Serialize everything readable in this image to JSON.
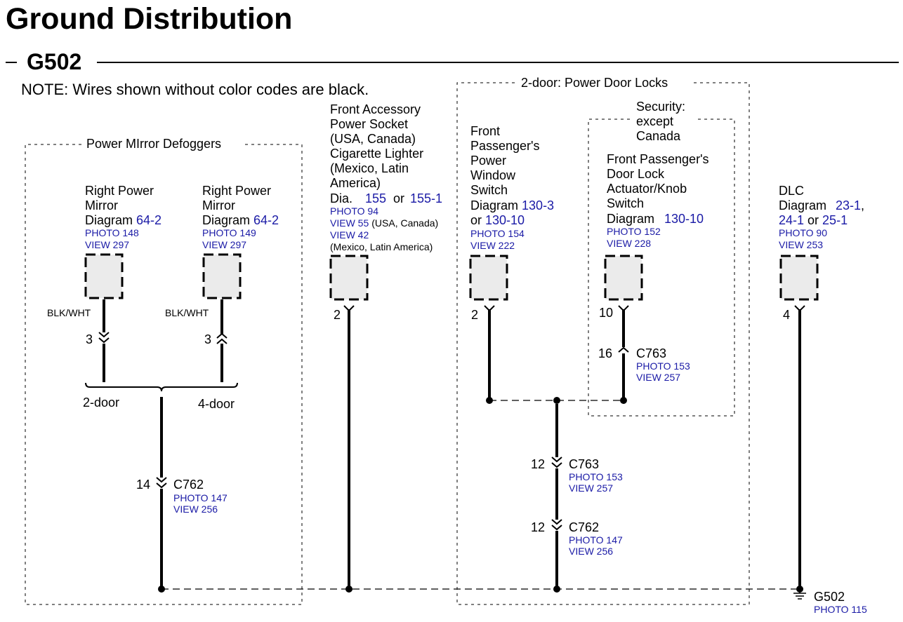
{
  "title": "Ground Distribution",
  "ground_label": "G502",
  "note": "NOTE: Wires shown without color codes are black.",
  "groups": {
    "mirror": "Power MIrror Defoggers",
    "door_locks": "2-door: Power Door Locks",
    "security": [
      "Security:",
      "except",
      "Canada"
    ]
  },
  "components": {
    "right_mirror_1": {
      "lines": [
        "Right Power",
        "Mirror"
      ],
      "diagram_prefix": "Diagram ",
      "diagram": "64-2",
      "photo": "PHOTO 148",
      "view": "VIEW 297"
    },
    "right_mirror_2": {
      "lines": [
        "Right Power",
        "Mirror"
      ],
      "diagram_prefix": "Diagram ",
      "diagram": "64-2",
      "photo": "PHOTO 149",
      "view": "VIEW 297"
    },
    "socket": {
      "lines": [
        "Front Accessory",
        "Power Socket",
        "(USA, Canada)",
        "Cigarette Lighter",
        "(Mexico, Latin",
        "America)"
      ],
      "dia_prefix": "Dia.",
      "dia_1": "155",
      "dia_or": "or",
      "dia_2": "155-1",
      "photo": "PHOTO 94",
      "view_1": "VIEW 55",
      "view_1_note": "(USA, Canada)",
      "view_2": "VIEW 42",
      "view_2_note": "(Mexico, Latin America)"
    },
    "window_switch": {
      "lines": [
        "Front",
        "Passenger's",
        "Power",
        "Window",
        "Switch"
      ],
      "diagram_prefix": "Diagram ",
      "diagram_1": "130-3",
      "or": "or ",
      "diagram_2": "130-10",
      "photo": "PHOTO 154",
      "view": "VIEW 222"
    },
    "door_lock": {
      "lines": [
        "Front Passenger's",
        "Door Lock",
        "Actuator/Knob",
        "Switch"
      ],
      "diagram_prefix": "Diagram",
      "diagram": "130-10",
      "photo": "PHOTO 152",
      "view": "VIEW 228"
    },
    "dlc": {
      "lines": [
        "DLC"
      ],
      "diagram_prefix": "Diagram",
      "diagram_1": "23-1",
      "comma": ",",
      "diagram_2": "24-1",
      "or": "or",
      "diagram_3": "25-1",
      "photo": "PHOTO 90",
      "view": "VIEW 253"
    }
  },
  "wire_colors": {
    "mirror_1": "BLK/WHT",
    "mirror_2": "BLK/WHT"
  },
  "pins": {
    "mirror_1_in": "3",
    "mirror_2_in": "3",
    "socket": "2",
    "window": "2",
    "lock": "10",
    "lock_c763": "16",
    "dlc": "4",
    "left_c762": "14",
    "mid_c763": "12",
    "mid_c762": "12"
  },
  "variants": {
    "two_door": "2-door",
    "four_door": "4-door"
  },
  "connectors": {
    "c763_lock": {
      "name": "C763",
      "photo": "PHOTO 153",
      "view": "VIEW 257"
    },
    "c762_left": {
      "name": "C762",
      "photo": "PHOTO 147",
      "view": "VIEW 256"
    },
    "c763_mid": {
      "name": "C763",
      "photo": "PHOTO 153",
      "view": "VIEW 257"
    },
    "c762_mid": {
      "name": "C762",
      "photo": "PHOTO 147",
      "view": "VIEW 256"
    }
  },
  "ground": {
    "name": "G502",
    "photo": "PHOTO 115"
  },
  "colors": {
    "link": "#1a1aa6",
    "connector_fill": "#ebebeb"
  }
}
